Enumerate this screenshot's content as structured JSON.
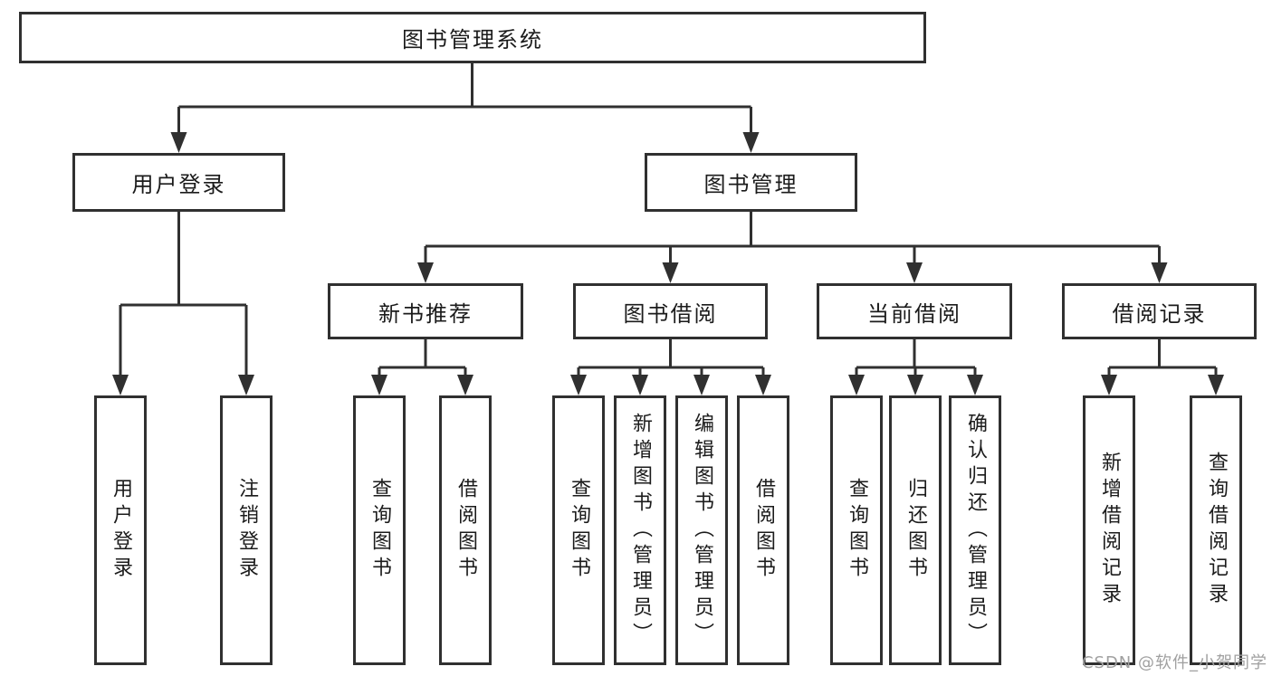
{
  "diagram_title": "图书管理系统",
  "nodes": {
    "root": "图书管理系统",
    "user_login": "用户登录",
    "book_management": "图书管理",
    "new_book_recommend": "新书推荐",
    "book_borrow": "图书借阅",
    "current_borrow": "当前借阅",
    "borrow_records": "借阅记录",
    "leaf_user_login": "用户登录",
    "leaf_logout_login": "注销登录",
    "leaf_query_book_1": "查询图书",
    "leaf_borrow_book_1": "借阅图书",
    "leaf_query_book_2": "查询图书",
    "leaf_add_book_admin": "新增图书（管理员）",
    "leaf_edit_book_admin": "编辑图书（管理员）",
    "leaf_borrow_book_2": "借阅图书",
    "leaf_query_book_3": "查询图书",
    "leaf_return_book": "归还图书",
    "leaf_confirm_return_admin": "确认归还（管理员）",
    "leaf_add_borrow_record": "新增借阅记录",
    "leaf_query_borrow_record": "查询借阅记录"
  },
  "hierarchy": {
    "label": "图书管理系统",
    "children": [
      {
        "label": "用户登录",
        "children": [
          {
            "label": "用户登录"
          },
          {
            "label": "注销登录"
          }
        ]
      },
      {
        "label": "图书管理",
        "children": [
          {
            "label": "新书推荐",
            "children": [
              {
                "label": "查询图书"
              },
              {
                "label": "借阅图书"
              }
            ]
          },
          {
            "label": "图书借阅",
            "children": [
              {
                "label": "查询图书"
              },
              {
                "label": "新增图书（管理员）"
              },
              {
                "label": "编辑图书（管理员）"
              },
              {
                "label": "借阅图书"
              }
            ]
          },
          {
            "label": "当前借阅",
            "children": [
              {
                "label": "查询图书"
              },
              {
                "label": "归还图书"
              },
              {
                "label": "确认归还（管理员）"
              }
            ]
          },
          {
            "label": "借阅记录",
            "children": [
              {
                "label": "新增借阅记录"
              },
              {
                "label": "查询借阅记录"
              }
            ]
          }
        ]
      }
    ]
  },
  "watermark": "CSDN @软件_小贺同学",
  "colors": {
    "line": "#303030",
    "box_border": "#303030",
    "text": "#1b1b1b",
    "watermark": "#a0a0a0",
    "background": "#ffffff"
  }
}
